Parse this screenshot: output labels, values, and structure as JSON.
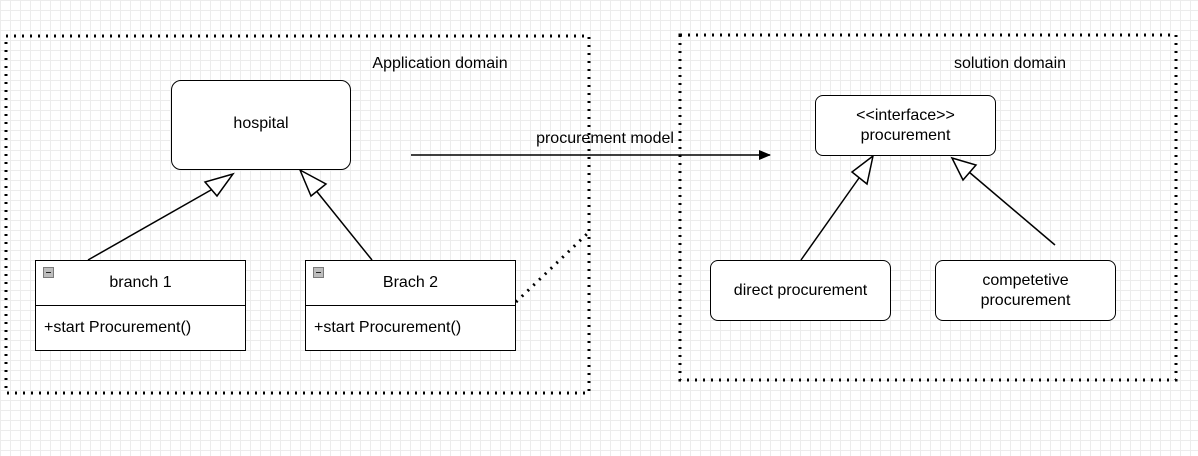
{
  "domains": {
    "application": {
      "label": "Application domain"
    },
    "solution": {
      "label": "solution domain"
    }
  },
  "nodes": {
    "hospital": {
      "label": "hospital"
    },
    "branch1": {
      "name": "branch 1",
      "method": "+start Procurement()"
    },
    "branch2": {
      "name": "Brach 2",
      "method": "+start Procurement()"
    },
    "procurement_interface": {
      "stereotype": "<<interface>>",
      "name": "procurement"
    },
    "direct": {
      "label": "direct procurement"
    },
    "competitive": {
      "line1": "competetive",
      "line2": "procurement"
    }
  },
  "edges": {
    "procurement_model": {
      "label": "procurement model"
    }
  }
}
